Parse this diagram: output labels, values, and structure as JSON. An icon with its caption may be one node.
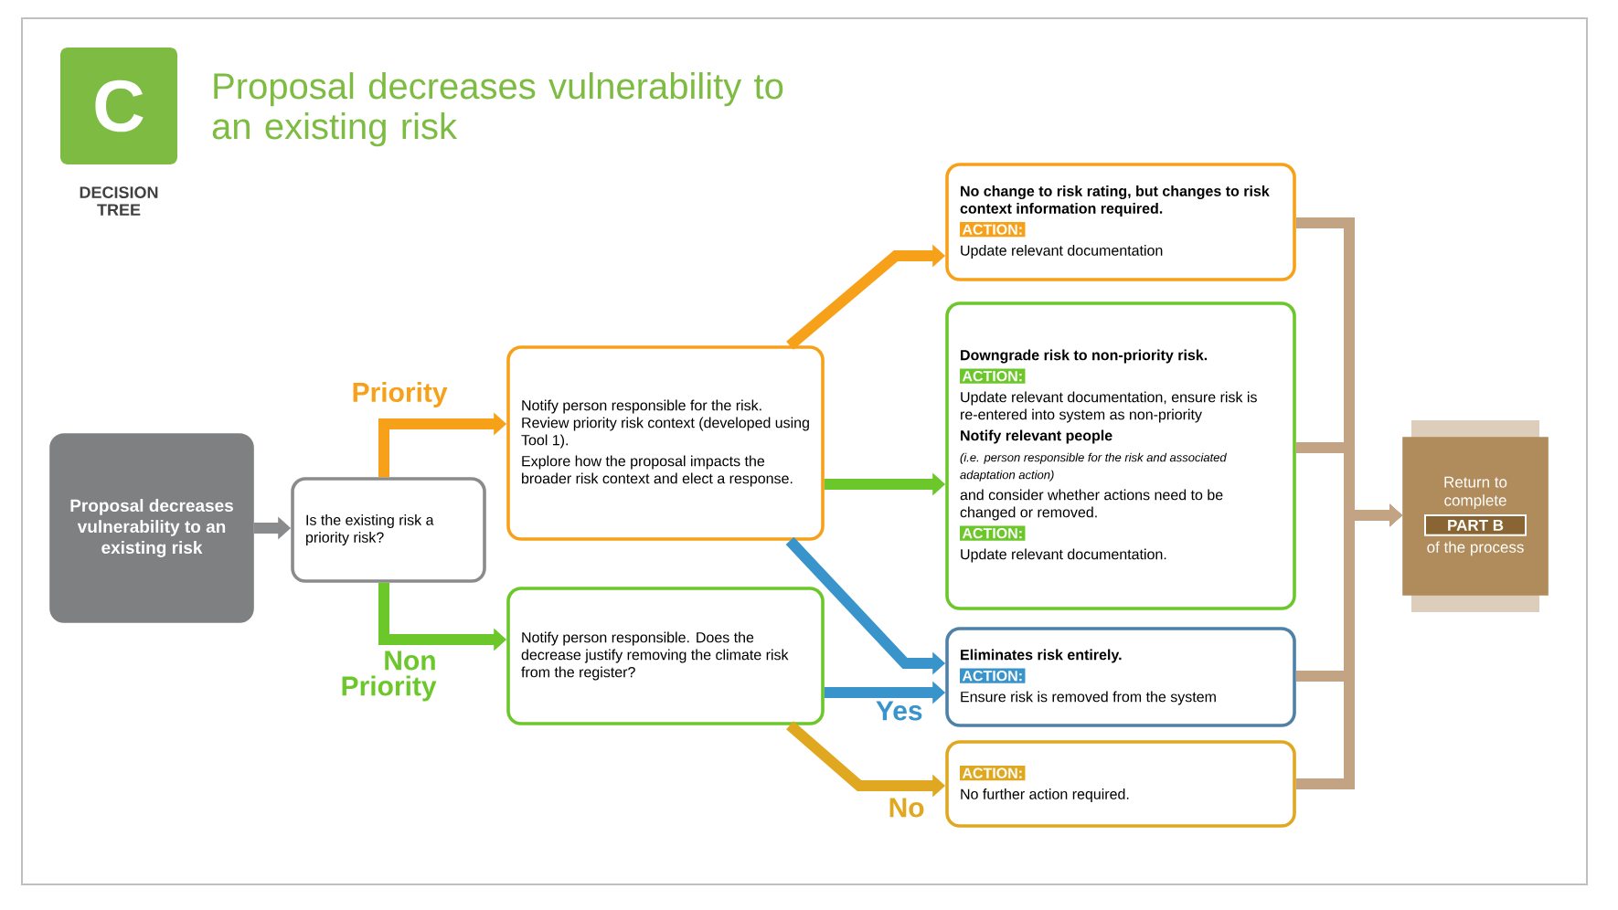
{
  "diagram": {
    "title": "Proposal decreases vulnerability to an existing risk",
    "nodes": [
      {
        "text": [
          "Proposal decreases vulnerability to an existing risk"
        ]
      },
      {
        "text": [
          "Is the existing risk a priority risk?"
        ]
      },
      {
        "text": [
          "Notify person responsible for the risk. Review priority risk context (developed using Tool 1).",
          "Explore how the proposal impacts the broader risk context and elect a response."
        ]
      },
      {
        "text": [
          "Notify person responsible. Does the decrease justify removing the climate risk from the register?"
        ]
      },
      {
        "text": [
          "No change to risk rating, but changes to risk context information required.",
          "ACTION:",
          "Update relevant documentation"
        ]
      },
      {
        "text": [
          "Downgrade risk to non-priority risk.",
          "ACTION:",
          "Update relevant documentation, ensure risk is re-entered into system as non-priority",
          "Notify relevant people",
          "(i.e. person responsible for the risk and associated adaptation action)",
          "and consider whether actions need to be changed or removed.",
          "ACTION:",
          "Update relevant documentation."
        ]
      },
      {
        "text": [
          "Eliminates risk entirely.",
          "ACTION:",
          "Ensure risk is removed from the system"
        ]
      },
      {
        "text": [
          "ACTION:",
          "No further action required."
        ]
      },
      {
        "text": [
          "Return to complete",
          "PART B",
          "of the process"
        ]
      }
    ],
    "edges": [
      {
        "from": 0,
        "to": 1,
        "arrow": "to",
        "color": "#8a8b8c"
      },
      {
        "from": 1,
        "to": 2,
        "arrow": "to",
        "label": "Priority",
        "color": "#f7a11a"
      },
      {
        "from": 1,
        "to": 3,
        "arrow": "to",
        "label": "Non Priority",
        "color": "#6cc72a"
      },
      {
        "from": 2,
        "to": 4,
        "arrow": "to",
        "color": "#f7a11a"
      },
      {
        "from": 2,
        "to": 5,
        "arrow": "to",
        "color": "#6cc72a"
      },
      {
        "from": 2,
        "to": 6,
        "arrow": "to",
        "color": "#3a94cc"
      },
      {
        "from": 3,
        "to": 6,
        "arrow": "to",
        "label": "Yes",
        "color": "#3a94cc"
      },
      {
        "from": 3,
        "to": 7,
        "arrow": "to",
        "label": "No",
        "color": "#e0a820"
      },
      {
        "from": 4,
        "to": 8,
        "arrow": "to"
      },
      {
        "from": 5,
        "to": 8,
        "arrow": "to"
      },
      {
        "from": 6,
        "to": 8,
        "arrow": "to"
      },
      {
        "from": 7,
        "to": 8,
        "arrow": "to"
      }
    ],
    "labels": [
      "C",
      "DECISION TREE"
    ]
  }
}
